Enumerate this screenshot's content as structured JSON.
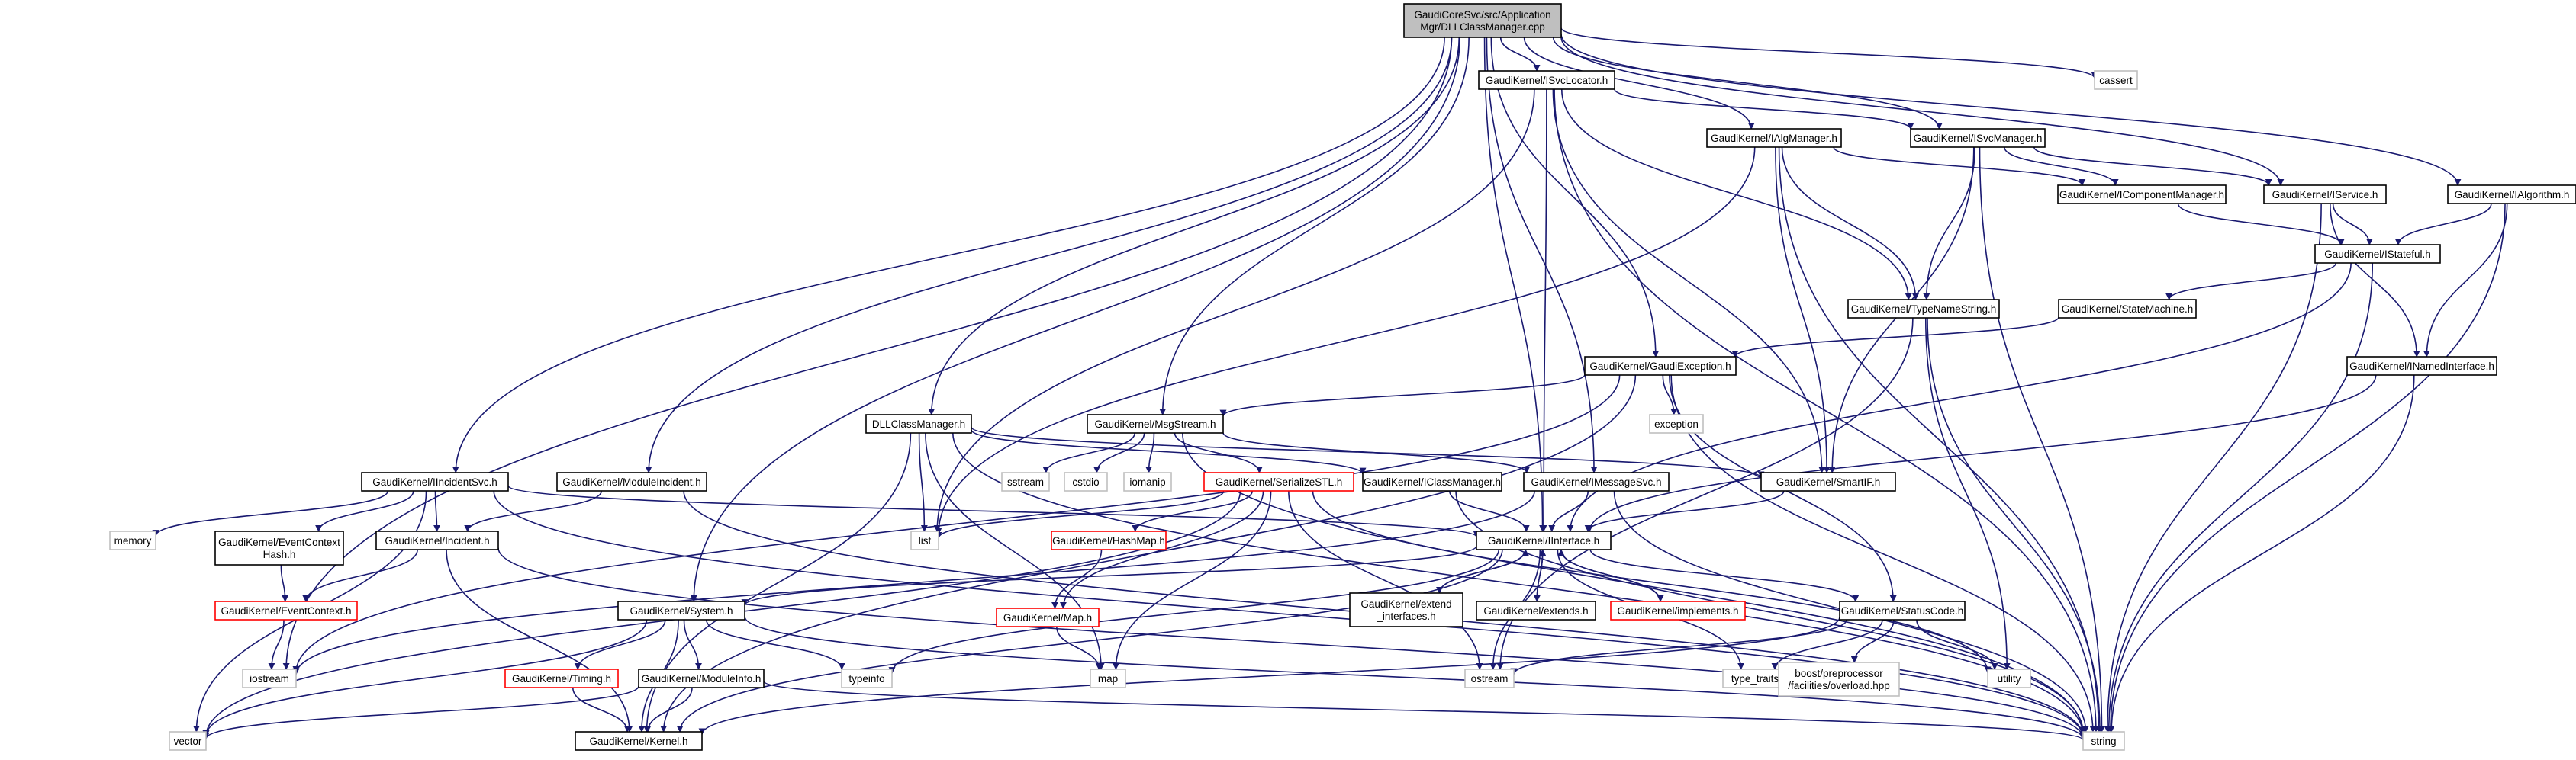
{
  "graph": {
    "edge_color": "#191970",
    "nodes": [
      {
        "id": "root",
        "lines": [
          "GaudiCoreSvc/src/Application",
          "Mgr/DLLClassManager.cpp"
        ],
        "style": "root"
      },
      {
        "id": "isvclocator",
        "lines": [
          "GaudiKernel/ISvcLocator.h"
        ],
        "style": "normal"
      },
      {
        "id": "cassert",
        "lines": [
          "cassert"
        ],
        "style": "grey"
      },
      {
        "id": "ialgmanager",
        "lines": [
          "GaudiKernel/IAlgManager.h"
        ],
        "style": "normal"
      },
      {
        "id": "isvcmanager",
        "lines": [
          "GaudiKernel/ISvcManager.h"
        ],
        "style": "normal"
      },
      {
        "id": "icomponentmanager",
        "lines": [
          "GaudiKernel/IComponentManager.h"
        ],
        "style": "normal"
      },
      {
        "id": "iservice",
        "lines": [
          "GaudiKernel/IService.h"
        ],
        "style": "normal"
      },
      {
        "id": "ialgorithm",
        "lines": [
          "GaudiKernel/IAlgorithm.h"
        ],
        "style": "normal"
      },
      {
        "id": "istateful",
        "lines": [
          "GaudiKernel/IStateful.h"
        ],
        "style": "normal"
      },
      {
        "id": "statemachine",
        "lines": [
          "GaudiKernel/StateMachine.h"
        ],
        "style": "normal"
      },
      {
        "id": "typenamestring",
        "lines": [
          "GaudiKernel/TypeNameString.h"
        ],
        "style": "normal"
      },
      {
        "id": "gaudiexception",
        "lines": [
          "GaudiKernel/GaudiException.h"
        ],
        "style": "normal"
      },
      {
        "id": "inamedinterface",
        "lines": [
          "GaudiKernel/INamedInterface.h"
        ],
        "style": "normal"
      },
      {
        "id": "exception",
        "lines": [
          "exception"
        ],
        "style": "grey"
      },
      {
        "id": "dllclassmanager",
        "lines": [
          "DLLClassManager.h"
        ],
        "style": "normal"
      },
      {
        "id": "msgstream",
        "lines": [
          "GaudiKernel/MsgStream.h"
        ],
        "style": "normal"
      },
      {
        "id": "sstream",
        "lines": [
          "sstream"
        ],
        "style": "grey"
      },
      {
        "id": "cstdio",
        "lines": [
          "cstdio"
        ],
        "style": "grey"
      },
      {
        "id": "iomanip",
        "lines": [
          "iomanip"
        ],
        "style": "grey"
      },
      {
        "id": "list",
        "lines": [
          "list"
        ],
        "style": "grey"
      },
      {
        "id": "iincidentsvc",
        "lines": [
          "GaudiKernel/IIncidentSvc.h"
        ],
        "style": "normal"
      },
      {
        "id": "moduleincident",
        "lines": [
          "GaudiKernel/ModuleIncident.h"
        ],
        "style": "normal"
      },
      {
        "id": "serializestl",
        "lines": [
          "GaudiKernel/SerializeSTL.h"
        ],
        "style": "red"
      },
      {
        "id": "iclassmanager",
        "lines": [
          "GaudiKernel/IClassManager.h"
        ],
        "style": "normal"
      },
      {
        "id": "imessagesvc",
        "lines": [
          "GaudiKernel/IMessageSvc.h"
        ],
        "style": "normal"
      },
      {
        "id": "smartif",
        "lines": [
          "GaudiKernel/SmartIF.h"
        ],
        "style": "normal"
      },
      {
        "id": "memory",
        "lines": [
          "memory"
        ],
        "style": "grey"
      },
      {
        "id": "eventcontexthash",
        "lines": [
          "GaudiKernel/EventContext",
          "Hash.h"
        ],
        "style": "normal"
      },
      {
        "id": "incident",
        "lines": [
          "GaudiKernel/Incident.h"
        ],
        "style": "normal"
      },
      {
        "id": "hashmap",
        "lines": [
          "GaudiKernel/HashMap.h"
        ],
        "style": "red"
      },
      {
        "id": "iinterface",
        "lines": [
          "GaudiKernel/IInterface.h"
        ],
        "style": "normal"
      },
      {
        "id": "eventcontext",
        "lines": [
          "GaudiKernel/EventContext.h"
        ],
        "style": "red"
      },
      {
        "id": "map_h",
        "lines": [
          "GaudiKernel/Map.h"
        ],
        "style": "red"
      },
      {
        "id": "system",
        "lines": [
          "GaudiKernel/System.h"
        ],
        "style": "normal"
      },
      {
        "id": "extend_interfaces",
        "lines": [
          "GaudiKernel/extend",
          "_interfaces.h"
        ],
        "style": "normal"
      },
      {
        "id": "extends",
        "lines": [
          "GaudiKernel/extends.h"
        ],
        "style": "normal"
      },
      {
        "id": "implements",
        "lines": [
          "GaudiKernel/implements.h"
        ],
        "style": "red"
      },
      {
        "id": "statuscode",
        "lines": [
          "GaudiKernel/StatusCode.h"
        ],
        "style": "normal"
      },
      {
        "id": "iostream",
        "lines": [
          "iostream"
        ],
        "style": "grey"
      },
      {
        "id": "typeinfo",
        "lines": [
          "typeinfo"
        ],
        "style": "grey"
      },
      {
        "id": "map",
        "lines": [
          "map"
        ],
        "style": "grey"
      },
      {
        "id": "ostream",
        "lines": [
          "ostream"
        ],
        "style": "grey"
      },
      {
        "id": "type_traits",
        "lines": [
          "type_traits"
        ],
        "style": "grey"
      },
      {
        "id": "boost",
        "lines": [
          "boost/preprocessor",
          "/facilities/overload.hpp"
        ],
        "style": "grey"
      },
      {
        "id": "utility",
        "lines": [
          "utility"
        ],
        "style": "grey"
      },
      {
        "id": "timing",
        "lines": [
          "GaudiKernel/Timing.h"
        ],
        "style": "red"
      },
      {
        "id": "moduleinfo",
        "lines": [
          "GaudiKernel/ModuleInfo.h"
        ],
        "style": "normal"
      },
      {
        "id": "vector",
        "lines": [
          "vector"
        ],
        "style": "grey"
      },
      {
        "id": "kernel",
        "lines": [
          "GaudiKernel/Kernel.h"
        ],
        "style": "normal"
      },
      {
        "id": "string",
        "lines": [
          "string"
        ],
        "style": "grey"
      }
    ],
    "edges": [
      [
        "root",
        "iostream"
      ],
      [
        "root",
        "iincidentsvc"
      ],
      [
        "root",
        "system"
      ],
      [
        "root",
        "moduleincident"
      ],
      [
        "root",
        "dllclassmanager"
      ],
      [
        "root",
        "msgstream"
      ],
      [
        "root",
        "imessagesvc"
      ],
      [
        "root",
        "iinterface"
      ],
      [
        "root",
        "isvclocator"
      ],
      [
        "root",
        "gaudiexception"
      ],
      [
        "root",
        "ialgmanager"
      ],
      [
        "root",
        "isvcmanager"
      ],
      [
        "root",
        "iservice"
      ],
      [
        "root",
        "ialgorithm"
      ],
      [
        "root",
        "cassert"
      ],
      [
        "isvclocator",
        "list"
      ],
      [
        "isvclocator",
        "isvcmanager"
      ],
      [
        "isvclocator",
        "typenamestring"
      ],
      [
        "isvclocator",
        "iinterface"
      ],
      [
        "isvclocator",
        "smartif"
      ],
      [
        "isvclocator",
        "string"
      ],
      [
        "ialgmanager",
        "list"
      ],
      [
        "ialgmanager",
        "icomponentmanager"
      ],
      [
        "ialgmanager",
        "typenamestring"
      ],
      [
        "ialgmanager",
        "smartif"
      ],
      [
        "ialgmanager",
        "string"
      ],
      [
        "isvcmanager",
        "icomponentmanager"
      ],
      [
        "isvcmanager",
        "iservice"
      ],
      [
        "isvcmanager",
        "typenamestring"
      ],
      [
        "isvcmanager",
        "smartif"
      ],
      [
        "isvcmanager",
        "string"
      ],
      [
        "icomponentmanager",
        "istateful"
      ],
      [
        "iservice",
        "istateful"
      ],
      [
        "iservice",
        "inamedinterface"
      ],
      [
        "iservice",
        "string"
      ],
      [
        "ialgorithm",
        "istateful"
      ],
      [
        "ialgorithm",
        "inamedinterface"
      ],
      [
        "ialgorithm",
        "string"
      ],
      [
        "istateful",
        "statemachine"
      ],
      [
        "istateful",
        "iinterface"
      ],
      [
        "istateful",
        "string"
      ],
      [
        "statemachine",
        "gaudiexception"
      ],
      [
        "typenamestring",
        "ostream"
      ],
      [
        "typenamestring",
        "utility"
      ],
      [
        "typenamestring",
        "string"
      ],
      [
        "gaudiexception",
        "msgstream"
      ],
      [
        "gaudiexception",
        "exception"
      ],
      [
        "gaudiexception",
        "statuscode"
      ],
      [
        "gaudiexception",
        "string"
      ],
      [
        "gaudiexception",
        "iostream"
      ],
      [
        "gaudiexception",
        "kernel"
      ],
      [
        "inamedinterface",
        "iinterface"
      ],
      [
        "inamedinterface",
        "string"
      ],
      [
        "dllclassmanager",
        "iclassmanager"
      ],
      [
        "dllclassmanager",
        "list"
      ],
      [
        "dllclassmanager",
        "map"
      ],
      [
        "dllclassmanager",
        "string"
      ],
      [
        "dllclassmanager",
        "smartif"
      ],
      [
        "dllclassmanager",
        "kernel"
      ],
      [
        "msgstream",
        "imessagesvc"
      ],
      [
        "msgstream",
        "serializestl"
      ],
      [
        "msgstream",
        "sstream"
      ],
      [
        "msgstream",
        "cstdio"
      ],
      [
        "msgstream",
        "iomanip"
      ],
      [
        "msgstream",
        "string"
      ],
      [
        "iincidentsvc",
        "iinterface"
      ],
      [
        "iincidentsvc",
        "incident"
      ],
      [
        "iincidentsvc",
        "eventcontexthash"
      ],
      [
        "iincidentsvc",
        "memory"
      ],
      [
        "iincidentsvc",
        "vector"
      ],
      [
        "iincidentsvc",
        "string"
      ],
      [
        "moduleincident",
        "incident"
      ],
      [
        "moduleincident",
        "string"
      ],
      [
        "serializestl",
        "list"
      ],
      [
        "serializestl",
        "hashmap"
      ],
      [
        "serializestl",
        "map_h"
      ],
      [
        "serializestl",
        "map"
      ],
      [
        "serializestl",
        "ostream"
      ],
      [
        "serializestl",
        "vector"
      ],
      [
        "serializestl",
        "utility"
      ],
      [
        "iclassmanager",
        "iinterface"
      ],
      [
        "iclassmanager",
        "string"
      ],
      [
        "imessagesvc",
        "iinterface"
      ],
      [
        "imessagesvc",
        "iostream"
      ],
      [
        "imessagesvc",
        "string"
      ],
      [
        "smartif",
        "iinterface"
      ],
      [
        "eventcontexthash",
        "eventcontext"
      ],
      [
        "incident",
        "eventcontext"
      ],
      [
        "incident",
        "string"
      ],
      [
        "incident",
        "kernel"
      ],
      [
        "hashmap",
        "map_h"
      ],
      [
        "map_h",
        "map"
      ],
      [
        "eventcontext",
        "iostream"
      ],
      [
        "iinterface",
        "system"
      ],
      [
        "iinterface",
        "extend_interfaces"
      ],
      [
        "iinterface",
        "extends"
      ],
      [
        "iinterface",
        "implements"
      ],
      [
        "iinterface",
        "statuscode"
      ],
      [
        "iinterface",
        "typeinfo"
      ],
      [
        "iinterface",
        "ostream"
      ],
      [
        "iinterface",
        "type_traits"
      ],
      [
        "iinterface",
        "kernel"
      ],
      [
        "extend_interfaces",
        "iinterface"
      ],
      [
        "extends",
        "iinterface"
      ],
      [
        "implements",
        "iinterface"
      ],
      [
        "system",
        "timing"
      ],
      [
        "system",
        "moduleinfo"
      ],
      [
        "system",
        "typeinfo"
      ],
      [
        "system",
        "vector"
      ],
      [
        "system",
        "string"
      ],
      [
        "system",
        "kernel"
      ],
      [
        "statuscode",
        "ostream"
      ],
      [
        "statuscode",
        "type_traits"
      ],
      [
        "statuscode",
        "boost"
      ],
      [
        "statuscode",
        "utility"
      ],
      [
        "statuscode",
        "kernel"
      ],
      [
        "timing",
        "kernel"
      ],
      [
        "moduleinfo",
        "kernel"
      ],
      [
        "moduleinfo",
        "vector"
      ],
      [
        "moduleinfo",
        "string"
      ]
    ]
  }
}
